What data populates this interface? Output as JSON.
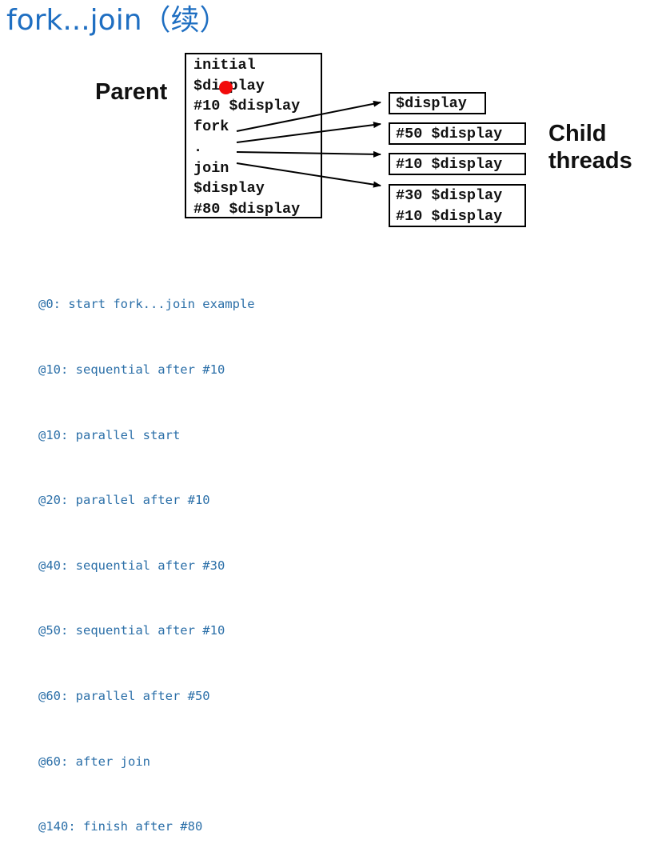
{
  "title": "fork...join（续）",
  "parent_label": "Parent",
  "child_label_line1": "Child",
  "child_label_line2": "threads",
  "parent_lines": [
    "initial",
    "$display",
    "#10 $display",
    "fork",
    ".",
    "join",
    "$display",
    "#80 $display"
  ],
  "child_boxes": [
    {
      "lines": [
        "$display"
      ]
    },
    {
      "lines": [
        "#50 $display"
      ]
    },
    {
      "lines": [
        "#10 $display"
      ]
    },
    {
      "lines": [
        "#30 $display",
        "#10 $display"
      ]
    }
  ],
  "log_lines": [
    "@0: start fork...join example",
    "@10: sequential after #10",
    "@10: parallel start",
    "@20: parallel after #10",
    "@40: sequential after #30",
    "@50: sequential after #10",
    "@60: parallel after #50",
    "@60: after join",
    "@140: finish after #80"
  ],
  "colors": {
    "title": "#1f6fc2",
    "log": "#2b6fa8",
    "marker": "#f20a0a"
  }
}
